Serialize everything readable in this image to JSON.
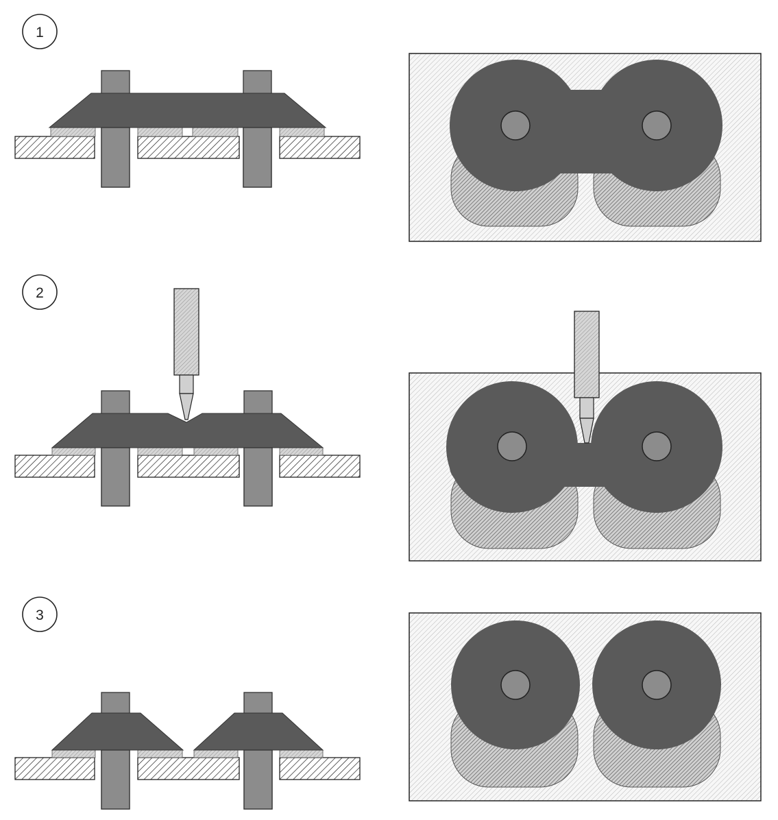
{
  "steps": [
    {
      "number": "1",
      "stage": "bridged",
      "tool": false
    },
    {
      "number": "2",
      "stage": "cutting",
      "tool": true
    },
    {
      "number": "3",
      "stage": "separated",
      "tool": false
    }
  ],
  "colors": {
    "solder": "#5a5a5a",
    "pin": "#8c8c8c",
    "outline": "#2a2a2a",
    "board_hatch": "#9a9a9a",
    "pad_fill": "#d6d6d6",
    "tool_fill": "#c8c8c8",
    "background": "#ffffff"
  },
  "icons": [
    "step-number-circle",
    "soldering-tool-icon"
  ]
}
